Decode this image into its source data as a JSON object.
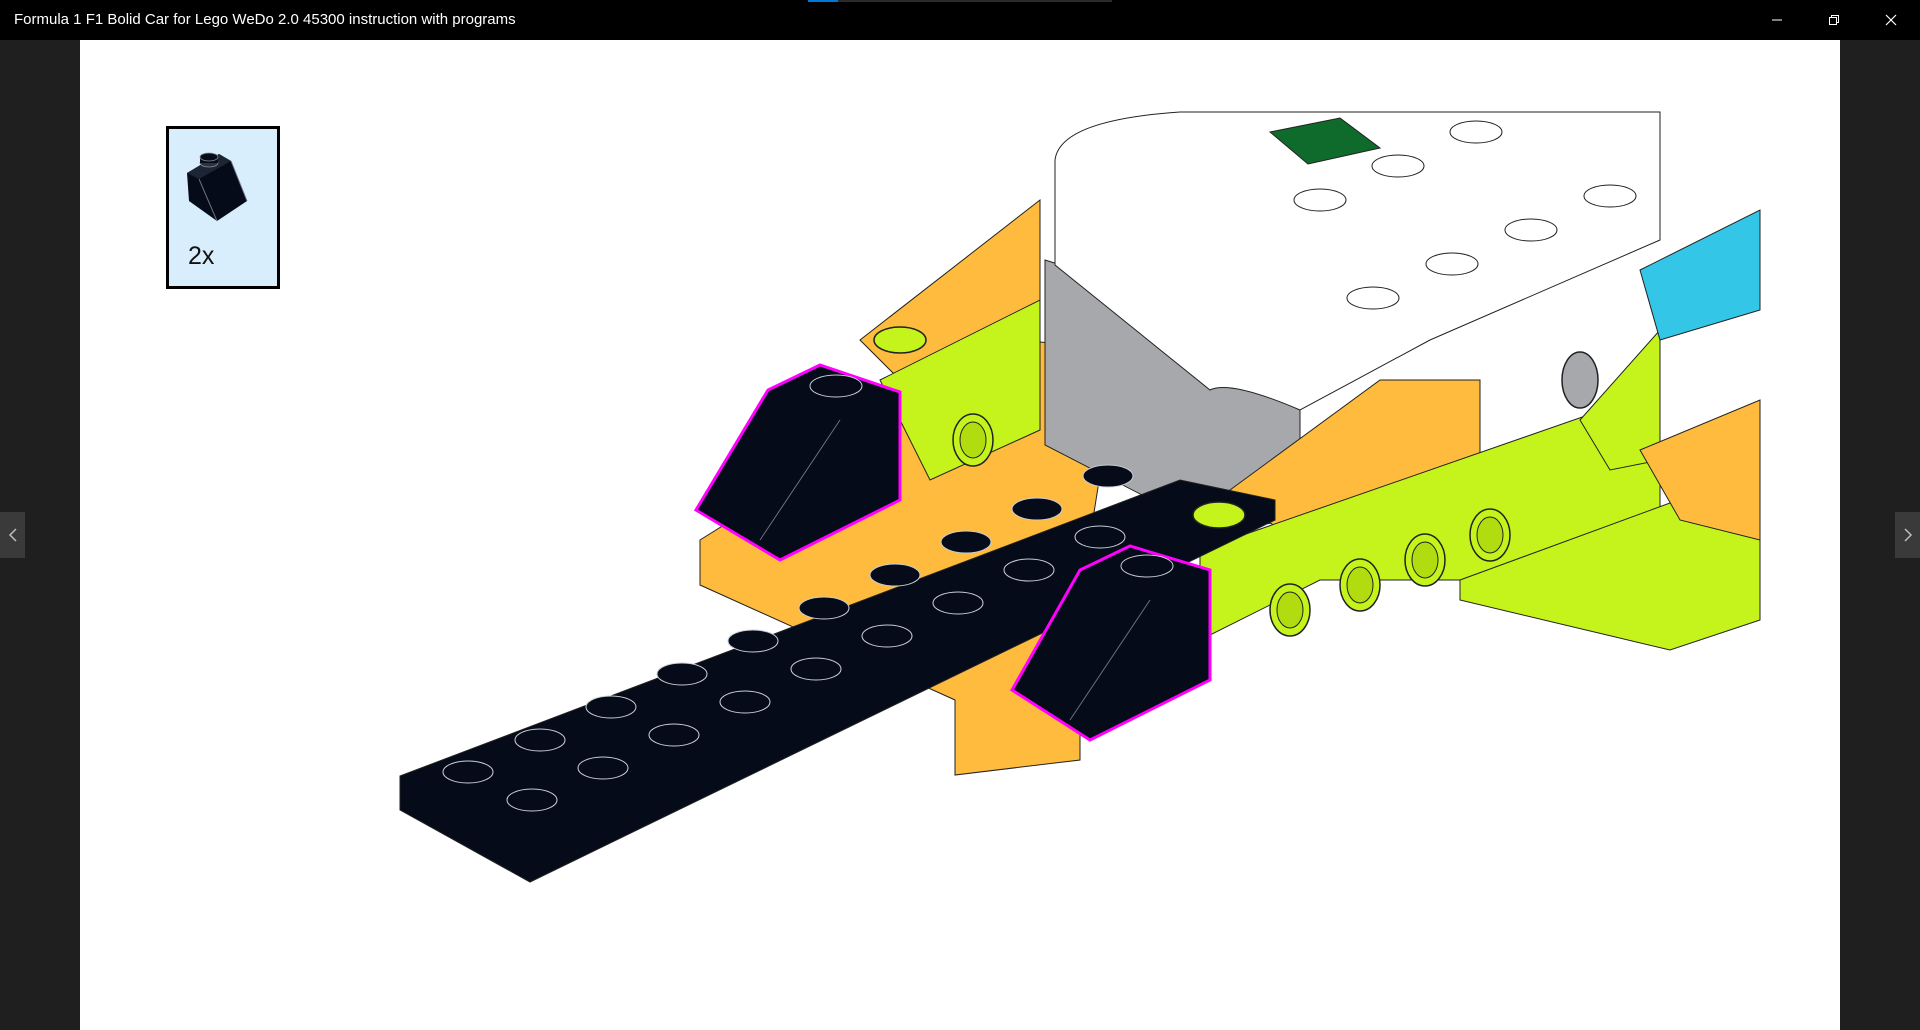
{
  "window": {
    "title": "Formula 1 F1 Bolid Car for Lego WeDo 2.0 45300 instruction with programs",
    "loading_progress": 0.1,
    "minimize_icon": "minimize-icon",
    "restore_icon": "restore-icon",
    "close_icon": "close-icon"
  },
  "viewer": {
    "prev_icon": "chevron-left-icon",
    "next_icon": "chevron-right-icon"
  },
  "instruction_step": {
    "parts_list": {
      "part": "black 1x2 slope brick",
      "quantity": "2x"
    },
    "colors": {
      "highlight": "#ff00ff",
      "black": "#050b18",
      "orange": "#ffbb3d",
      "lime": "#c4f41c",
      "white": "#ffffff",
      "gray": "#a6a8ab",
      "green_tile": "#0e6b2c",
      "azure": "#34c6e6"
    }
  }
}
